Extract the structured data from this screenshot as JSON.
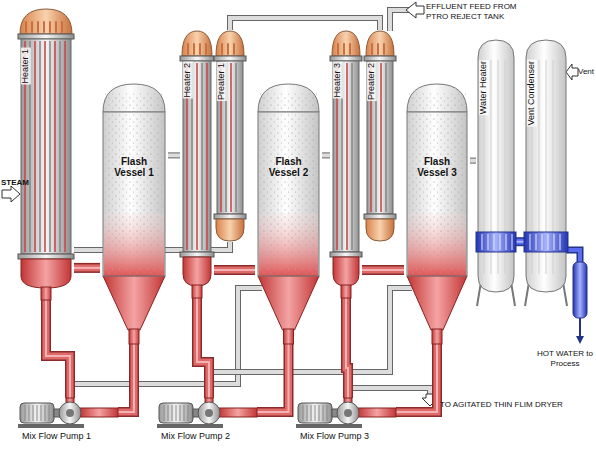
{
  "diagram": {
    "nodes": [
      {
        "text": [
          "Heater 1"
        ]
      },
      {
        "text": [
          "Flash Vessel 1"
        ]
      },
      {
        "text": [
          "Heater 2"
        ]
      },
      {
        "text": [
          "Preater 1"
        ]
      },
      {
        "text": [
          "Flash Vessel 2"
        ]
      },
      {
        "text": [
          "Heater 3"
        ]
      },
      {
        "text": [
          "Preater 2"
        ]
      },
      {
        "text": [
          "Flash Vessel 3"
        ]
      },
      {
        "text": [
          "Water Heater"
        ]
      },
      {
        "text": [
          "Vent Condenser"
        ]
      },
      {
        "text": [
          "Mix Flow Pump 1"
        ]
      },
      {
        "text": [
          "Mix Flow Pump 2"
        ]
      },
      {
        "text": [
          "Mix Flow Pump 3"
        ]
      }
    ],
    "edges": [
      {
        "from": 0,
        "to": 1,
        "arrow": "none"
      },
      {
        "from": 1,
        "to": 2,
        "arrow": "none"
      },
      {
        "from": 2,
        "to": 4,
        "arrow": "none"
      },
      {
        "from": 4,
        "to": 5,
        "arrow": "none"
      },
      {
        "from": 5,
        "to": 7,
        "arrow": "none"
      },
      {
        "from": 7,
        "to": 8,
        "arrow": "none"
      },
      {
        "from": 8,
        "to": 9,
        "arrow": "none"
      },
      {
        "from": 1,
        "to": 10,
        "arrow": "none"
      },
      {
        "from": 10,
        "to": 0,
        "arrow": "none"
      },
      {
        "from": 4,
        "to": 11,
        "arrow": "none"
      },
      {
        "from": 11,
        "to": 2,
        "arrow": "none"
      },
      {
        "from": 7,
        "to": 12,
        "arrow": "none"
      },
      {
        "from": 12,
        "to": 5,
        "arrow": "none"
      },
      {
        "from": 6,
        "to": 3,
        "arrow": "none"
      },
      {
        "from": 3,
        "to": 0,
        "arrow": "none"
      }
    ],
    "labels": [
      "EFFLUENT FEED FROM PTRO REJECT TANK",
      "STEAM",
      "Vent",
      "HOT WATER to Process",
      "TO AGITATED THIN FLIM DRYER"
    ]
  }
}
